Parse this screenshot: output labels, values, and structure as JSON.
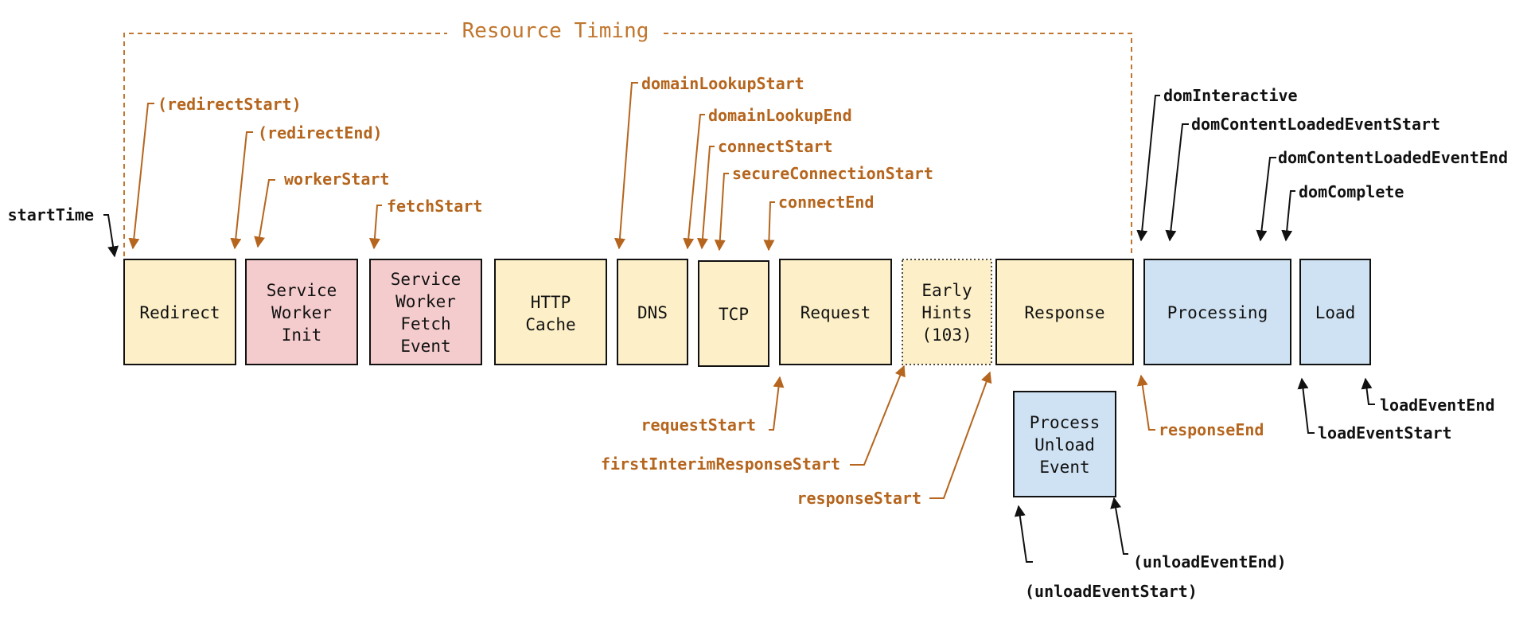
{
  "title": "Resource Timing",
  "colors": {
    "resource_box": "#fdf0c8",
    "service_worker_box": "#f5cccd",
    "document_box": "#cfe2f3",
    "resource_label": "#b5651d",
    "document_label": "#111111",
    "bracket": "#c0762e"
  },
  "boxes": {
    "redirect": [
      "Redirect"
    ],
    "sw_init": [
      "Service",
      "Worker",
      "Init"
    ],
    "sw_fetch": [
      "Service",
      "Worker",
      "Fetch",
      "Event"
    ],
    "http_cache": [
      "HTTP",
      "Cache"
    ],
    "dns": [
      "DNS"
    ],
    "tcp": [
      "TCP"
    ],
    "request": [
      "Request"
    ],
    "early_hints": [
      "Early",
      "Hints",
      "(103)"
    ],
    "response": [
      "Response"
    ],
    "processing": [
      "Processing"
    ],
    "load": [
      "Load"
    ],
    "unload": [
      "Process",
      "Unload",
      "Event"
    ]
  },
  "labels": {
    "startTime": "startTime",
    "redirectStart": "(redirectStart)",
    "redirectEnd": "(redirectEnd)",
    "workerStart": "workerStart",
    "fetchStart": "fetchStart",
    "domainLookupStart": "domainLookupStart",
    "domainLookupEnd": "domainLookupEnd",
    "connectStart": "connectStart",
    "secureConnectionStart": "secureConnectionStart",
    "connectEnd": "connectEnd",
    "requestStart": "requestStart",
    "firstInterimResponseStart": "firstInterimResponseStart",
    "responseStart": "responseStart",
    "responseEnd": "responseEnd",
    "domInteractive": "domInteractive",
    "domContentLoadedEventStart": "domContentLoadedEventStart",
    "domContentLoadedEventEnd": "domContentLoadedEventEnd",
    "domComplete": "domComplete",
    "loadEventStart": "loadEventStart",
    "loadEventEnd": "loadEventEnd",
    "unloadEventStart": "(unloadEventStart)",
    "unloadEventEnd": "(unloadEventEnd)"
  }
}
